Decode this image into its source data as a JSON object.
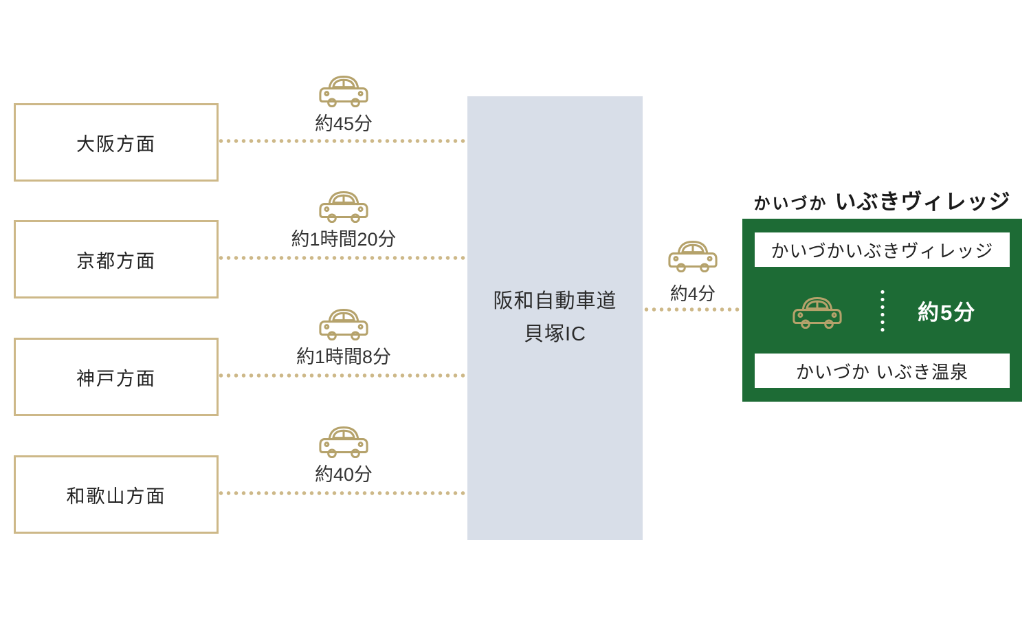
{
  "origins": [
    {
      "label": "大阪方面",
      "time": "約45分"
    },
    {
      "label": "京都方面",
      "time": "約1時間20分"
    },
    {
      "label": "神戸方面",
      "time": "約1時間8分"
    },
    {
      "label": "和歌山方面",
      "time": "約40分"
    }
  ],
  "hub": {
    "line1": "阪和自動車道",
    "line2": "貝塚IC"
  },
  "transfer": {
    "time": "約4分"
  },
  "destination": {
    "brand_small": "かいづか",
    "brand_large": "いぶきヴィレッジ",
    "row_top": "かいづかいぶきヴィレッジ",
    "drive_time": "約5分",
    "row_bottom": "かいづか いぶき温泉"
  },
  "icons": {
    "car": "car-icon"
  },
  "colors": {
    "gold": "#cdb888",
    "car_gold": "#b5a26b",
    "green": "#1d6b35",
    "hub_gray": "#d8dee8",
    "text": "#222222",
    "white": "#ffffff"
  }
}
